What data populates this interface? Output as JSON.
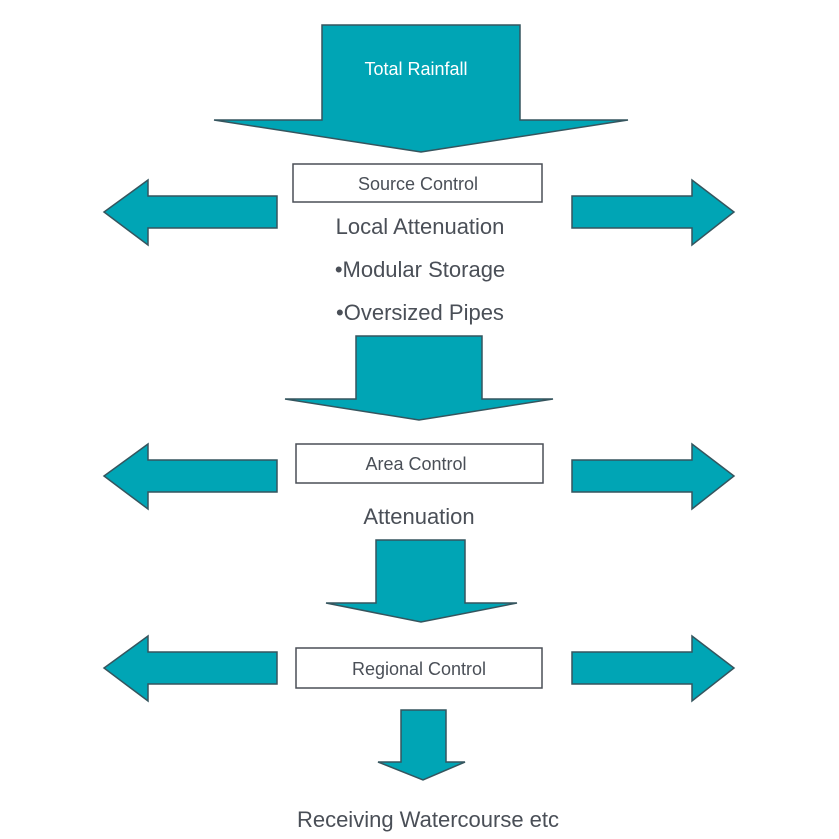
{
  "colors": {
    "arrow_fill": "#00a5b5",
    "arrow_stroke": "#35555e",
    "text": "#4a4f57",
    "box_border": "#4a4f57"
  },
  "top_arrow": {
    "label": "Total Rainfall"
  },
  "stages": [
    {
      "box_label": "Source Control",
      "lines": [
        "Local Attenuation",
        "•Modular Storage",
        "•Oversized Pipes"
      ]
    },
    {
      "box_label": "Area Control",
      "lines": [
        "Attenuation"
      ]
    },
    {
      "box_label": "Regional Control",
      "lines": []
    }
  ],
  "outflow": {
    "label": "Receiving Watercourse etc"
  }
}
